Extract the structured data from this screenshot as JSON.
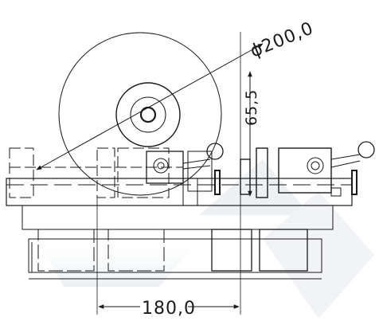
{
  "dimensions": {
    "diameter": "ϕ200,0",
    "height": "65,5",
    "width": "180,0"
  }
}
